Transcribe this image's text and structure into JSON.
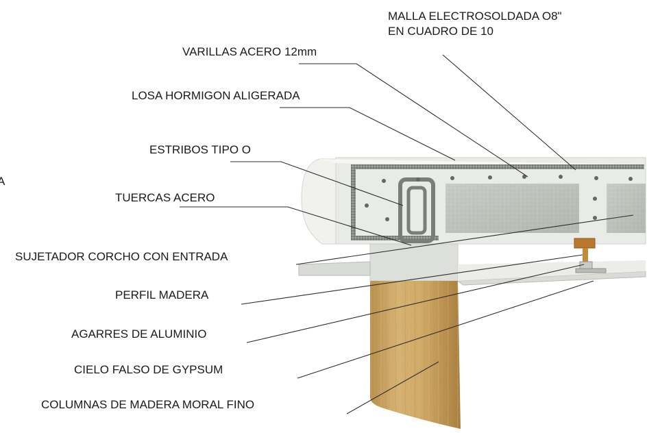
{
  "title_block": {
    "line1": "MALLA ELECTROSOLDADA O8\"",
    "line2": "EN CUADRO DE 10"
  },
  "labels": {
    "varillas": "VARILLAS ACERO 12mm",
    "losa": "LOSA HORMIGON ALIGERADA",
    "estribos": "ESTRIBOS TIPO O",
    "tuercas": "TUERCAS ACERO",
    "sujetador": "SUJETADOR CORCHO CON ENTRADA",
    "perfil": "PERFIL MADERA",
    "agarres": "AGARRES DE ALUMINIO",
    "cielo": "CIELO FALSO DE GYPSUM",
    "columnas": "COLUMNAS DE MADERA MORAL FINO",
    "left_edge_fragment": "A"
  },
  "colors": {
    "concrete": "#e9ebe7",
    "block": "#bfc3bc",
    "rebar": "#6e716c",
    "wood": "#cfa765",
    "cork": "#b8782e",
    "gypsum": "#d8dbd6",
    "leader": "#2b2b2b"
  }
}
